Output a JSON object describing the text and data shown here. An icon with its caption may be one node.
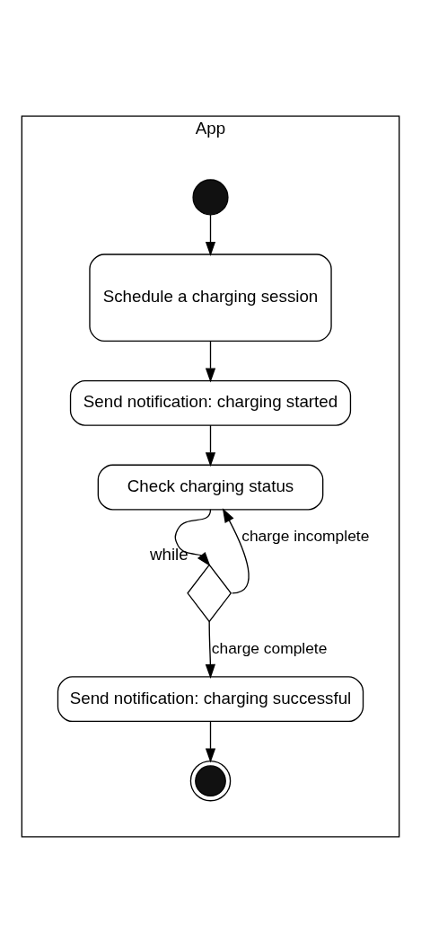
{
  "diagram": {
    "nodes": [
      {
        "text": [
          "App"
        ]
      },
      {
        "text": [],
        "shape": "circle",
        "in": 0
      },
      {
        "text": [
          "Schedule a charging session"
        ],
        "in": 0
      },
      {
        "text": [
          "Send notification: charging started"
        ],
        "in": 0
      },
      {
        "text": [
          "Check charging status"
        ],
        "in": 0
      },
      {
        "text": [],
        "shape": "diamond",
        "beside": [
          "while"
        ],
        "in": 0
      },
      {
        "text": [
          "Send notification: charging successful"
        ],
        "in": 0
      },
      {
        "text": [],
        "shape": "bullseye",
        "in": 0
      }
    ],
    "edges": [
      {
        "from": 1,
        "to": 2,
        "arrow": "to"
      },
      {
        "from": 2,
        "to": 3,
        "arrow": "to"
      },
      {
        "from": 3,
        "to": 4,
        "arrow": "to"
      },
      {
        "from": 4,
        "to": 5,
        "arrow": "to"
      },
      {
        "from": 5,
        "to": 4,
        "arrow": "to",
        "label": "charge incomplete"
      },
      {
        "from": 5,
        "to": 6,
        "arrow": "to",
        "label": "charge complete"
      },
      {
        "from": 6,
        "to": 7,
        "arrow": "to"
      }
    ]
  }
}
